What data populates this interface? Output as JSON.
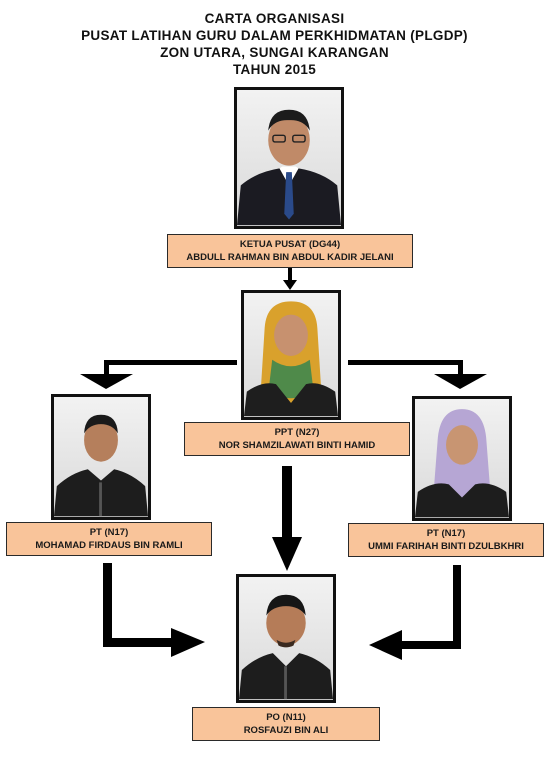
{
  "header": {
    "line1": "CARTA ORGANISASI",
    "line2": "PUSAT LATIHAN GURU DALAM PERKHIDMATAN (PLGDP)",
    "line3": "ZON UTARA, SUNGAI KARANGAN",
    "line4": "TAHUN 2015"
  },
  "nodes": {
    "ketua": {
      "role": "KETUA PUSAT (DG44)",
      "name": "ABDULL RAHMAN BIN ABDUL KADIR JELANI"
    },
    "ppt": {
      "role": "PPT (N27)",
      "name": "NOR SHAMZILAWATI BINTI HAMID"
    },
    "pt_left": {
      "role": "PT (N17)",
      "name": "MOHAMAD FIRDAUS BIN RAMLI"
    },
    "pt_right": {
      "role": "PT (N17)",
      "name": "UMMI FARIHAH BINTI DZULBKHRI"
    },
    "po": {
      "role": "PO (N11)",
      "name": "ROSFAUZI BIN ALI"
    }
  },
  "colors": {
    "label_fill": "#f9c49a",
    "arrow": "#000000"
  },
  "icons": {
    "portrait": "person-photo-icon",
    "connector": "arrow-icon"
  }
}
